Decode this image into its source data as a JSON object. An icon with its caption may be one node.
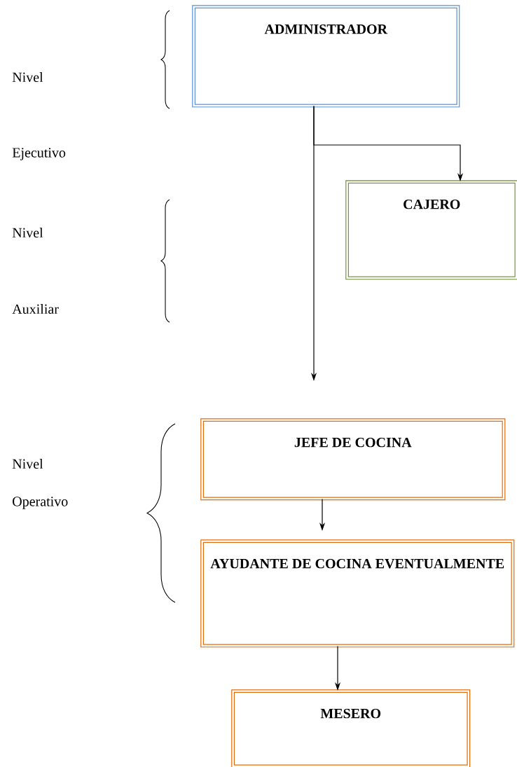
{
  "diagram": {
    "nodes": [
      {
        "text": [
          "ADMINISTRADOR"
        ]
      },
      {
        "text": [
          "CAJERO"
        ]
      },
      {
        "text": [
          "JEFE DE COCINA"
        ]
      },
      {
        "text": [
          "AYUDANTE DE COCINA EVENTUALMENTE"
        ]
      },
      {
        "text": [
          "MESERO"
        ]
      }
    ],
    "edges": [
      {
        "from": 0,
        "to": 1,
        "arrow": "to"
      },
      {
        "from": 0,
        "to": 2,
        "arrow": "to"
      },
      {
        "from": 2,
        "to": 3,
        "arrow": "to"
      },
      {
        "from": 3,
        "to": 4,
        "arrow": "to"
      }
    ],
    "labels": [
      "Nivel",
      "Ejecutivo",
      "Nivel",
      "Auxiliar",
      "Nivel",
      "Operativo"
    ]
  }
}
